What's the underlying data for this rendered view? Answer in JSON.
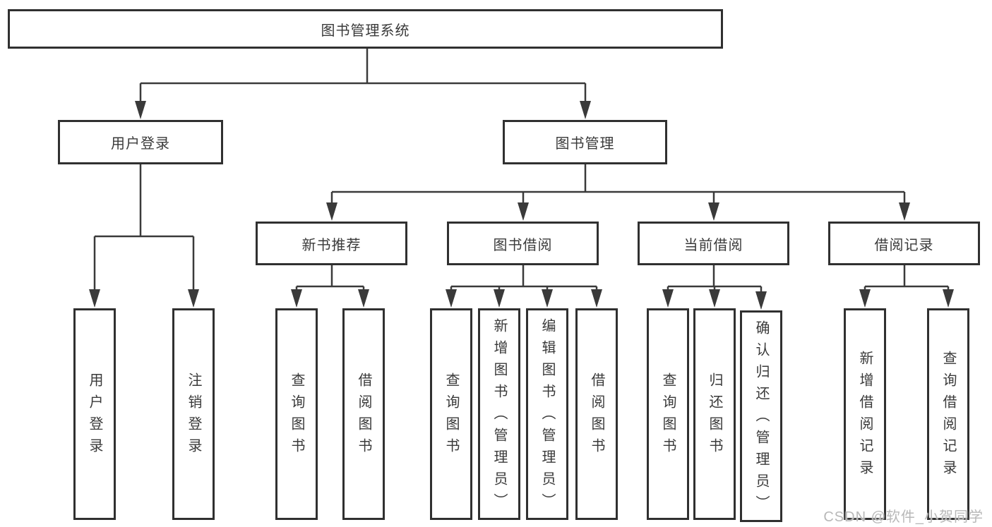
{
  "watermark": "CSDN @软件_小贺同学",
  "colors": {
    "line": "#3a3a3a",
    "box_border": "#303030",
    "box_background": "#ffffff",
    "text": "#3a3a3a",
    "watermark": "#b8b8b8"
  },
  "tree": {
    "label": "图书管理系统",
    "children": [
      {
        "label": "用户登录",
        "children": [
          {
            "label": "用户登录"
          },
          {
            "label": "注销登录"
          }
        ]
      },
      {
        "label": "图书管理",
        "children": [
          {
            "label": "新书推荐",
            "children": [
              {
                "label": "查询图书"
              },
              {
                "label": "借阅图书"
              }
            ]
          },
          {
            "label": "图书借阅",
            "children": [
              {
                "label": "查询图书"
              },
              {
                "label": "新增图书（管理员）"
              },
              {
                "label": "编辑图书（管理员）"
              },
              {
                "label": "借阅图书"
              }
            ]
          },
          {
            "label": "当前借阅",
            "children": [
              {
                "label": "查询图书"
              },
              {
                "label": "归还图书"
              },
              {
                "label": "确认归还（管理员）"
              }
            ]
          },
          {
            "label": "借阅记录",
            "children": [
              {
                "label": "新增借阅记录"
              },
              {
                "label": "查询借阅记录"
              }
            ]
          }
        ]
      }
    ]
  }
}
